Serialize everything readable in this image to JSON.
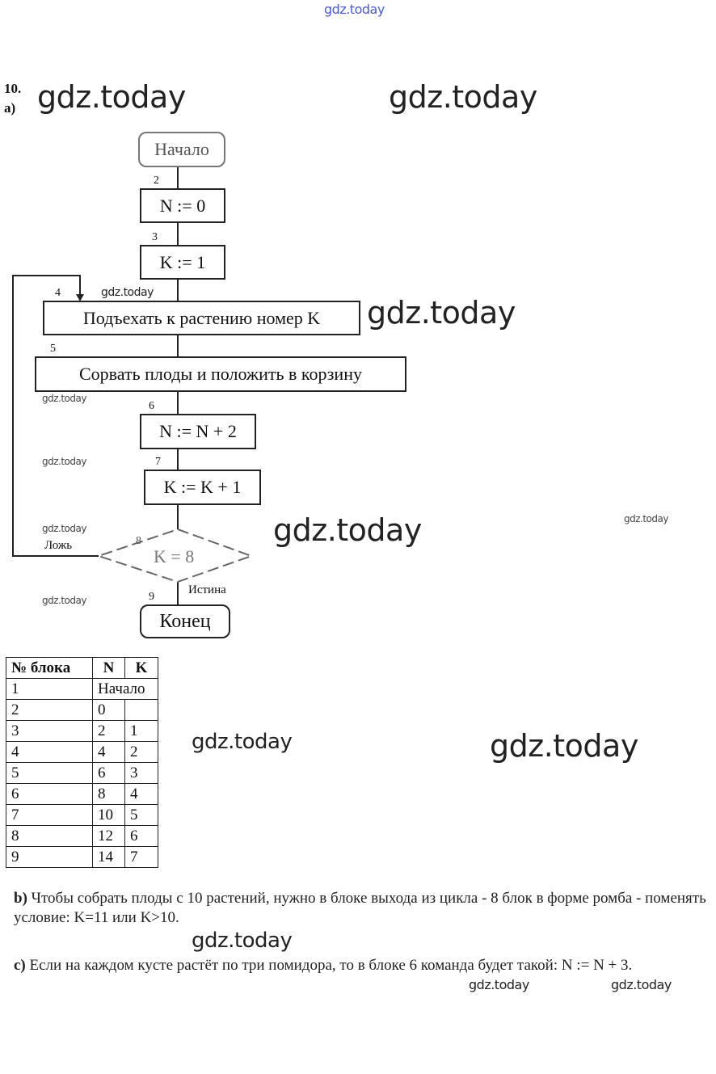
{
  "header_watermark": "gdz.today",
  "task_number": "10.",
  "part_a": "а)",
  "flowchart": {
    "start": "Начало",
    "blocks": [
      {
        "num": "2",
        "text": "N := 0"
      },
      {
        "num": "3",
        "text": "K := 1"
      },
      {
        "num": "4",
        "text": "Подъехать к растению номер K"
      },
      {
        "num": "5",
        "text": "Сорвать плоды и положить в корзину"
      },
      {
        "num": "6",
        "text": "N := N + 2"
      },
      {
        "num": "7",
        "text": "K := K + 1"
      }
    ],
    "condition": {
      "num": "8",
      "text": "K = 8"
    },
    "false_label": "Ложь",
    "true_label": "Истина",
    "end": {
      "num": "9",
      "text": "Конец"
    }
  },
  "table": {
    "headers": [
      "№ блока",
      "N",
      "K"
    ],
    "rows": [
      [
        "1",
        "Начало",
        ""
      ],
      [
        "2",
        "0",
        ""
      ],
      [
        "3",
        "2",
        "1"
      ],
      [
        "4",
        "4",
        "2"
      ],
      [
        "5",
        "6",
        "3"
      ],
      [
        "6",
        "8",
        "4"
      ],
      [
        "7",
        "10",
        "5"
      ],
      [
        "8",
        "12",
        "6"
      ],
      [
        "9",
        "14",
        "7"
      ]
    ]
  },
  "answer_b": {
    "label": "b)",
    "text": " Чтобы собрать плоды с 10 растений, нужно в блоке выхода из цикла  - 8 блок в форме ромба - поменять условие: K=11 или K>10."
  },
  "answer_c": {
    "label": "c)",
    "text": " Если на каждом кусте растёт по три помидора, то в блоке 6 команда будет такой: N := N + 3."
  },
  "watermark": "gdz.today"
}
